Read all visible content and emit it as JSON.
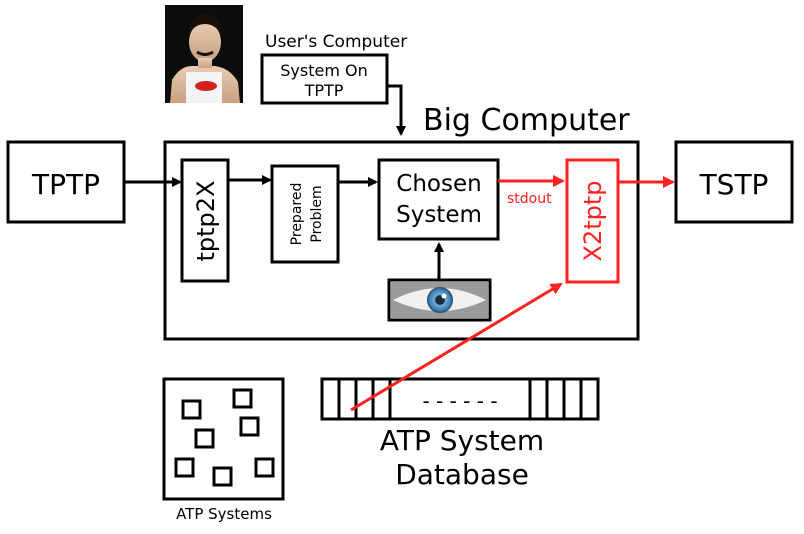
{
  "users_computer": {
    "caption": "User's Computer",
    "box_line1": "System On",
    "box_line2": "TPTP"
  },
  "big_computer": {
    "title": "Big Computer"
  },
  "input": {
    "label": "TPTP"
  },
  "output": {
    "label": "TSTP"
  },
  "stages": {
    "tptp2x": "tptp2X",
    "prepared_line1": "Prepared",
    "prepared_line2": "Problem",
    "chosen_line1": "Chosen",
    "chosen_line2": "System",
    "x2tptp": "X2tptp"
  },
  "stdout_label": "stdout",
  "atp_systems": {
    "caption": "ATP Systems"
  },
  "database": {
    "dashes": "- - - - - -",
    "caption_line1": "ATP System",
    "caption_line2": "Database"
  },
  "colors": {
    "line": "#000000",
    "highlight": "#ff2020",
    "iris": "#4a8fc4"
  }
}
